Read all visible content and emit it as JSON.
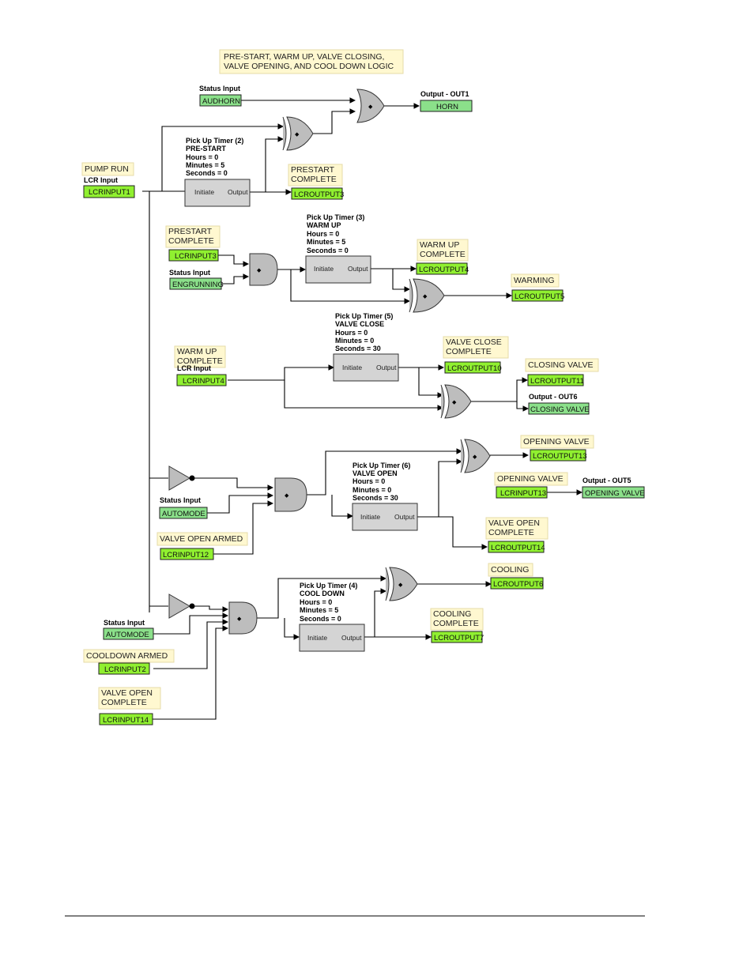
{
  "title": {
    "line1": "PRE-START, WARM UP, VALVE CLOSING,",
    "line2": "VALVE OPENING, AND COOL DOWN LOGIC"
  },
  "notes": {
    "pump_run": "PUMP RUN",
    "prestart_complete_a_1": "PRESTART",
    "prestart_complete_a_2": "COMPLETE",
    "prestart_complete_b_1": "PRESTART",
    "prestart_complete_b_2": "COMPLETE",
    "warm_up_complete_a_1": "WARM UP",
    "warm_up_complete_a_2": "COMPLETE",
    "warming": "WARMING",
    "warm_up_complete_b_1": "WARM UP",
    "warm_up_complete_b_2": "COMPLETE",
    "valve_close_complete_1": "VALVE CLOSE",
    "valve_close_complete_2": "COMPLETE",
    "closing_valve": "CLOSING VALVE",
    "opening_valve_a": "OPENING VALVE",
    "opening_valve_b": "OPENING VALVE",
    "valve_open_complete_a_1": "VALVE OPEN",
    "valve_open_complete_a_2": "COMPLETE",
    "valve_open_armed": "VALVE OPEN ARMED",
    "cooling": "COOLING",
    "cooling_complete_1": "COOLING",
    "cooling_complete_2": "COMPLETE",
    "cooldown_armed": "COOLDOWN ARMED",
    "valve_open_complete_b_1": "VALVE OPEN",
    "valve_open_complete_b_2": "COMPLETE"
  },
  "labels": {
    "status_input_1": "Status Input",
    "output_out1": "Output - OUT1",
    "lcr_input_1": "LCR Input",
    "status_input_2": "Status Input",
    "lcr_input_2": "LCR Input",
    "output_out6": "Output - OUT6",
    "status_input_3": "Status Input",
    "output_out5": "Output - OUT5",
    "status_input_4": "Status Input"
  },
  "tags": {
    "audhorn": "AUDHORN",
    "horn": "HORN",
    "lcrinput1": "LCRINPUT1",
    "lcroutput3": "LCROUTPUT3",
    "lcrinput3": "LCRINPUT3",
    "engrunning": "ENGRUNNING",
    "lcroutput4": "LCROUTPUT4",
    "lcroutput5": "LCROUTPUT5",
    "lcrinput4": "LCRINPUT4",
    "lcroutput10": "LCROUTPUT10",
    "lcroutput11": "LCROUTPUT11",
    "closingvalve": "CLOSING VALVE",
    "lcroutput13": "LCROUTPUT13",
    "lcrinput13": "LCRINPUT13",
    "openingvalve": "OPENING VALVE",
    "automode_a": "AUTOMODE",
    "lcroutput14": "LCROUTPUT14",
    "lcrinput12": "LCRINPUT12",
    "lcroutput6": "LCROUTPUT6",
    "automode_b": "AUTOMODE",
    "lcroutput7": "LCROUTPUT7",
    "lcrinput2": "LCRINPUT2",
    "lcrinput14": "LCRINPUT14"
  },
  "timers": {
    "prestart": {
      "title": "Pick Up Timer (2)",
      "name": "PRE-START",
      "hours": "Hours = 0",
      "minutes": "Minutes = 5",
      "seconds": "Seconds = 0",
      "initiate": "Initiate",
      "output": "Output"
    },
    "warmup": {
      "title": "Pick Up Timer (3)",
      "name": "WARM UP",
      "hours": "Hours = 0",
      "minutes": "Minutes = 5",
      "seconds": "Seconds = 0",
      "initiate": "Initiate",
      "output": "Output"
    },
    "valveclose": {
      "title": "Pick Up Timer (5)",
      "name": "VALVE CLOSE",
      "hours": "Hours = 0",
      "minutes": "Minutes = 0",
      "seconds": "Seconds = 30",
      "initiate": "Initiate",
      "output": "Output"
    },
    "valveopen": {
      "title": "Pick Up Timer (6)",
      "name": "VALVE OPEN",
      "hours": "Hours = 0",
      "minutes": "Minutes = 0",
      "seconds": "Seconds = 30",
      "initiate": "Initiate",
      "output": "Output"
    },
    "cooldown": {
      "title": "Pick Up Timer (4)",
      "name": "COOL DOWN",
      "hours": "Hours = 0",
      "minutes": "Minutes = 5",
      "seconds": "Seconds = 0",
      "initiate": "Initiate",
      "output": "Output"
    }
  },
  "colors": {
    "lime_tag": "#90f030",
    "mint_tag": "#8be08a",
    "note_fill": "#fff8d0",
    "gate_fill": "#bdbdbd",
    "timer_fill": "#d4d4d4"
  }
}
